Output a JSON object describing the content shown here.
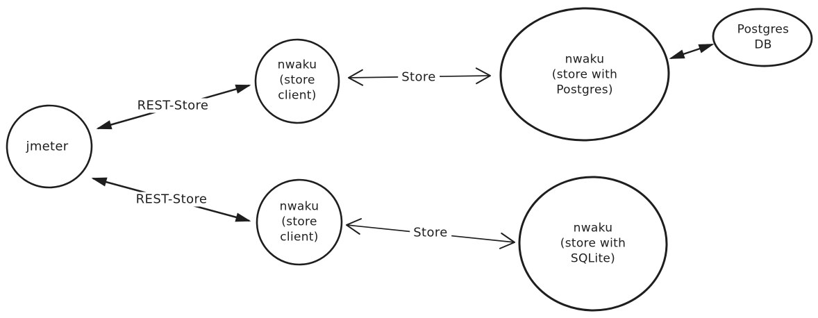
{
  "diagram": {
    "background_color": "#ffffff",
    "ink_color": "#1e1e1e",
    "style": "hand-drawn sketch (excalidraw-like)",
    "nodes": [
      {
        "id": "jmeter",
        "shape": "circle",
        "label": "jmeter"
      },
      {
        "id": "nwaku-store-client-top",
        "shape": "circle",
        "label": "nwaku\n(store\nclient)"
      },
      {
        "id": "nwaku-store-postgres",
        "shape": "ellipse",
        "label": "nwaku\n(store with\nPostgres)"
      },
      {
        "id": "postgres-db",
        "shape": "ellipse",
        "label": "Postgres\nDB"
      },
      {
        "id": "nwaku-store-client-bottom",
        "shape": "circle",
        "label": "nwaku\n(store\nclient)"
      },
      {
        "id": "nwaku-store-sqlite",
        "shape": "circle",
        "label": "nwaku\n(store with\nSQLite)"
      }
    ],
    "edges": [
      {
        "id": "jmeter-to-client-top",
        "label": "REST-Store",
        "arrow": "double-headed filled",
        "from": "jmeter",
        "to": "nwaku-store-client-top"
      },
      {
        "id": "client-top-to-postgres-node",
        "label": "Store",
        "arrow": "double-headed open",
        "from": "nwaku-store-client-top",
        "to": "nwaku-store-postgres"
      },
      {
        "id": "postgres-node-to-db",
        "label": "",
        "arrow": "double-headed filled",
        "from": "nwaku-store-postgres",
        "to": "postgres-db"
      },
      {
        "id": "jmeter-to-client-bottom",
        "label": "REST-Store",
        "arrow": "double-headed filled",
        "from": "jmeter",
        "to": "nwaku-store-client-bottom"
      },
      {
        "id": "client-bottom-to-sqlite-node",
        "label": "Store",
        "arrow": "double-headed open",
        "from": "nwaku-store-client-bottom",
        "to": "nwaku-store-sqlite"
      }
    ]
  }
}
